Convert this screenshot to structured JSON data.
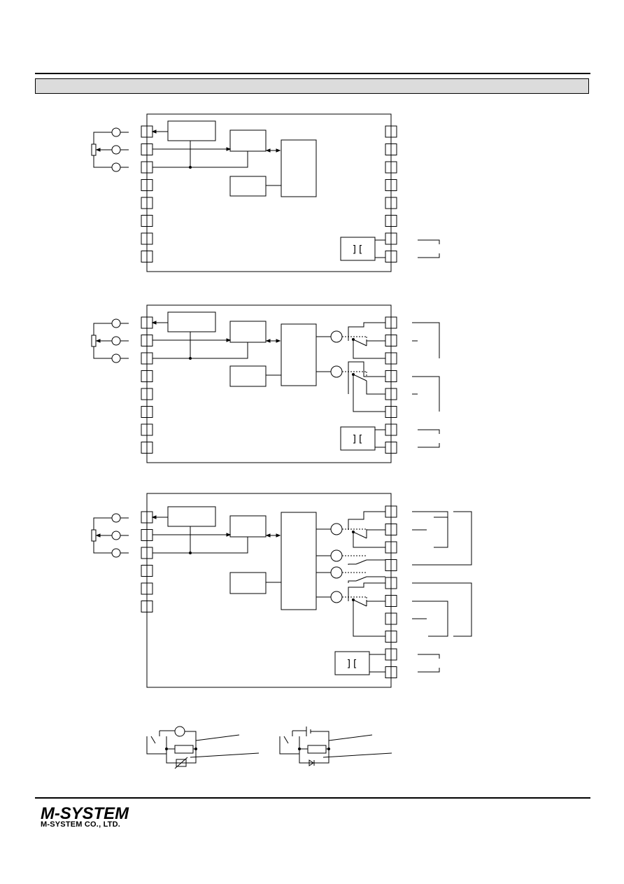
{
  "page": {
    "section_title": ""
  },
  "footer": {
    "logo_text": "M-SYSTEM",
    "company_name": "M-SYSTEM CO., LTD."
  },
  "diagrams": [
    {
      "name": "diagram-no-alarm",
      "rows": 8,
      "relay_outputs": 0
    },
    {
      "name": "diagram-two-alarms",
      "rows": 8,
      "relay_outputs": 2
    },
    {
      "name": "diagram-four-alarms",
      "rows": 10,
      "relay_outputs": 4
    }
  ],
  "colors": {
    "line": "#000000",
    "section_bar_fill": "#dcdcdc"
  },
  "icons": [
    "potentiometer-icon",
    "relay-coil-icon",
    "relay-contact-icon",
    "isolation-transformer-icon",
    "ac-source-icon",
    "dc-source-icon",
    "diode-icon",
    "varistor-icon"
  ]
}
